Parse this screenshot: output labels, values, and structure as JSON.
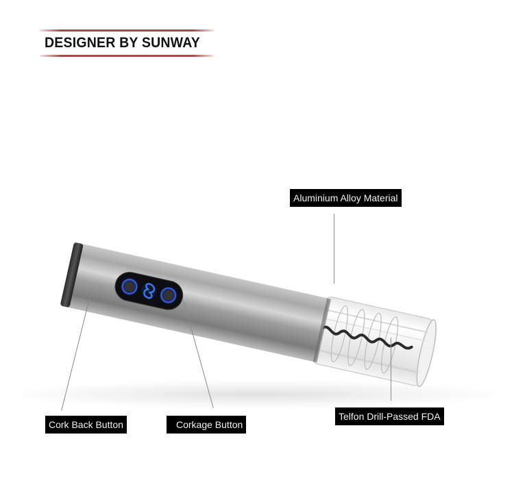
{
  "brand": {
    "title": "DESIGNER BY SUNWAY",
    "rule_color": "#a84848"
  },
  "product": {
    "name": "electric-wine-opener",
    "body_color": "#9a9a9a",
    "button_glow_color": "#3a6ef0",
    "buttons": [
      {
        "name": "cork-back-button"
      },
      {
        "name": "power-indicator"
      },
      {
        "name": "corkage-button"
      }
    ]
  },
  "callouts": [
    {
      "id": "aluminium",
      "label": "Aluminium Alloy Material"
    },
    {
      "id": "cork-back",
      "label": "Cork Back Button"
    },
    {
      "id": "corkage",
      "label": "Corkage Button"
    },
    {
      "id": "teflon",
      "label": "Telfon Drill-Passed FDA"
    }
  ]
}
